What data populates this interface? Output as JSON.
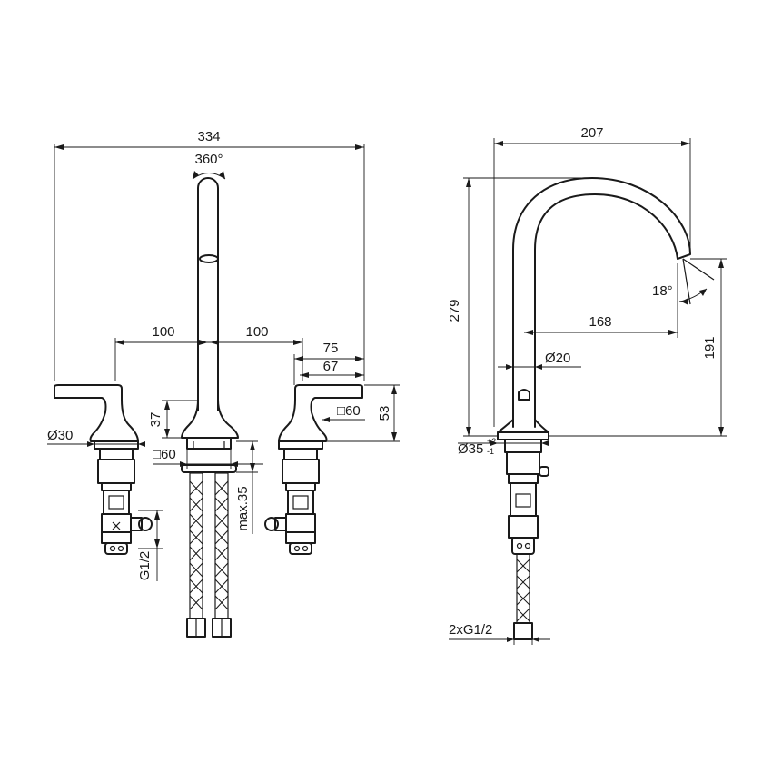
{
  "front_view": {
    "overall_width": "334",
    "rotation": "360°",
    "spacing_left": "100",
    "spacing_right": "100",
    "handle_reach_outer": "75",
    "handle_reach_inner": "67",
    "handle_height": "53",
    "handle_base_square": "□60",
    "spout_base_height": "37",
    "handle_base_diameter": "Ø30",
    "spout_base_square": "□60",
    "max_deck_thickness": "max.35",
    "connection_thread": "G1/2"
  },
  "side_view": {
    "overall_depth": "207",
    "overall_height": "279",
    "spout_reach": "168",
    "spout_outlet_height": "191",
    "spout_angle": "18°",
    "spout_diameter": "Ø20",
    "base_diameter": "Ø35",
    "tolerance_upper": "+2",
    "tolerance_lower": "-1",
    "connection_thread": "2xG1/2"
  }
}
